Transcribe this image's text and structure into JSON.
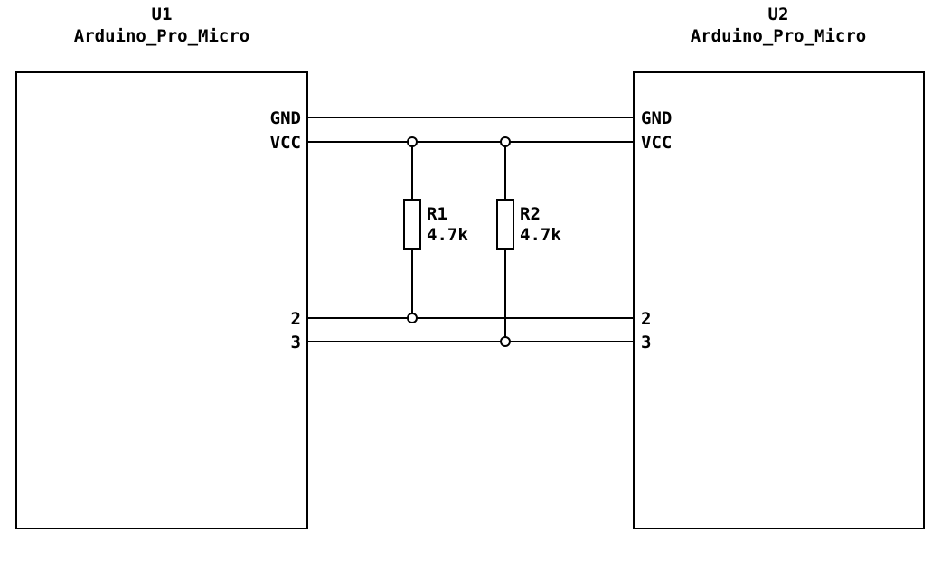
{
  "schematic": {
    "components": [
      {
        "ref": "U1",
        "value": "Arduino_Pro_Micro",
        "pins": [
          "GND",
          "VCC",
          "2",
          "3"
        ]
      },
      {
        "ref": "U2",
        "value": "Arduino_Pro_Micro",
        "pins": [
          "GND",
          "VCC",
          "2",
          "3"
        ]
      }
    ],
    "resistors": [
      {
        "ref": "R1",
        "value": "4.7k"
      },
      {
        "ref": "R2",
        "value": "4.7k"
      }
    ],
    "nets": [
      "GND",
      "VCC",
      "2",
      "3"
    ],
    "colors": {
      "line": "#000000",
      "background": "#ffffff"
    }
  }
}
